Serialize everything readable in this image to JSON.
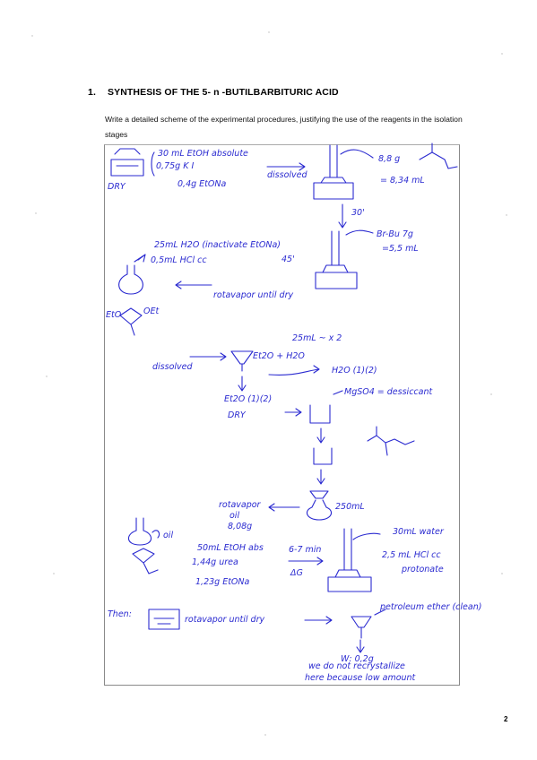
{
  "section": {
    "number": "1.",
    "title": "SYNTHESIS OF THE 5- n -BUTILBARBITURIC ACID",
    "instructions": "Write a detailed scheme of the experimental procedures, justifying the use of the reagents in the isolation stages"
  },
  "notes": {
    "reagents_line1": "30 mL EtOH absolute",
    "reagents_line2": "0,75g K I",
    "reagents_line3": "0,4g EtONa",
    "dry_label": "DRY",
    "dissolved1": "dissolved",
    "malonate_mass": "8,8 g",
    "malonate_vol": "= 8,34 mL",
    "time1": "30'",
    "bromobutane": "Br-Bu 7g",
    "bromobutane_vol": "=5,5 mL",
    "water_inactivate": "25mL H2O (inactivate EtONa)",
    "hcl": "0,5mL HCl cc",
    "time2": "45'",
    "rotavapor1": "rotavapor until dry",
    "label_eto": "EtO",
    "label_oet": "OEt",
    "extraction": "25mL ~ x 2",
    "dissolved2": "dissolved",
    "et2o_h2o": "Et2O + H2O",
    "h2o_phase": "H2O (1)(2)",
    "et2o_phase": "Et2O (1)(2)",
    "mgso4": "MgSO4 = dessiccant",
    "dry2": "DRY",
    "flask_250": "250mL",
    "rotavapor2": "rotavapor",
    "oil": "oil",
    "oil_mass": "8,08g",
    "oil_label": "oil",
    "etoh_abs": "50mL EtOH abs",
    "urea": "1,44g urea",
    "etona2": "1,23g EtONa",
    "reflux": "6-7 min",
    "heat": "ΔG",
    "water30": "30mL water",
    "hcl25": "2,5 mL HCl cc",
    "protonate": "protonate",
    "then": "Then:",
    "rotavapor3": "rotavapor until dry",
    "petroleum": "petroleum ether (clean)",
    "weight": "W: 0,2g",
    "note_line1": "we do not recrystallize",
    "note_line2": "here because low amount"
  },
  "page_number": "2"
}
